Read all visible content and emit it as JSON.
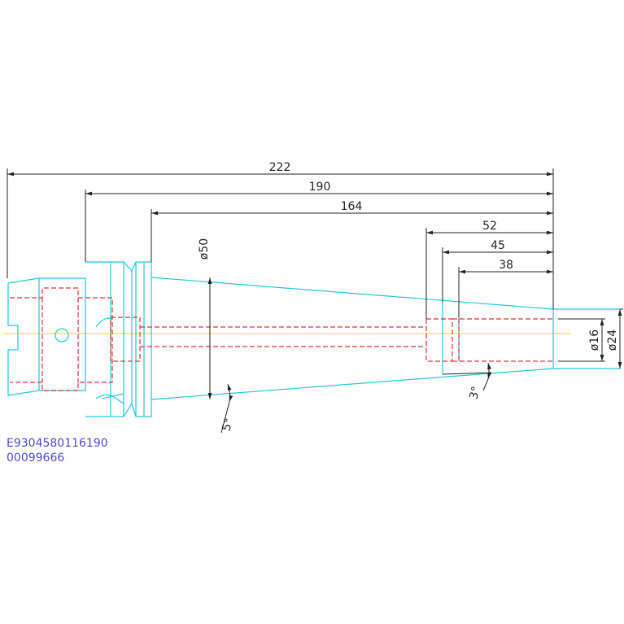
{
  "dimensions": {
    "length_total": "222",
    "length_190": "190",
    "length_164": "164",
    "length_52": "52",
    "length_45": "45",
    "length_38": "38",
    "dia_flange": "ø50",
    "dia_bore": "ø16",
    "dia_tip": "ø24",
    "angle_taper": "5°",
    "angle_tip": "3°"
  },
  "codes": {
    "part_number": "E9304580116190",
    "serial_number": "00099666"
  },
  "colors": {
    "outline": "#22c8d8",
    "hidden": "#e0303a",
    "centerline": "#f2e22a",
    "dimension": "#222222",
    "code_text": "#4a4ad0"
  }
}
